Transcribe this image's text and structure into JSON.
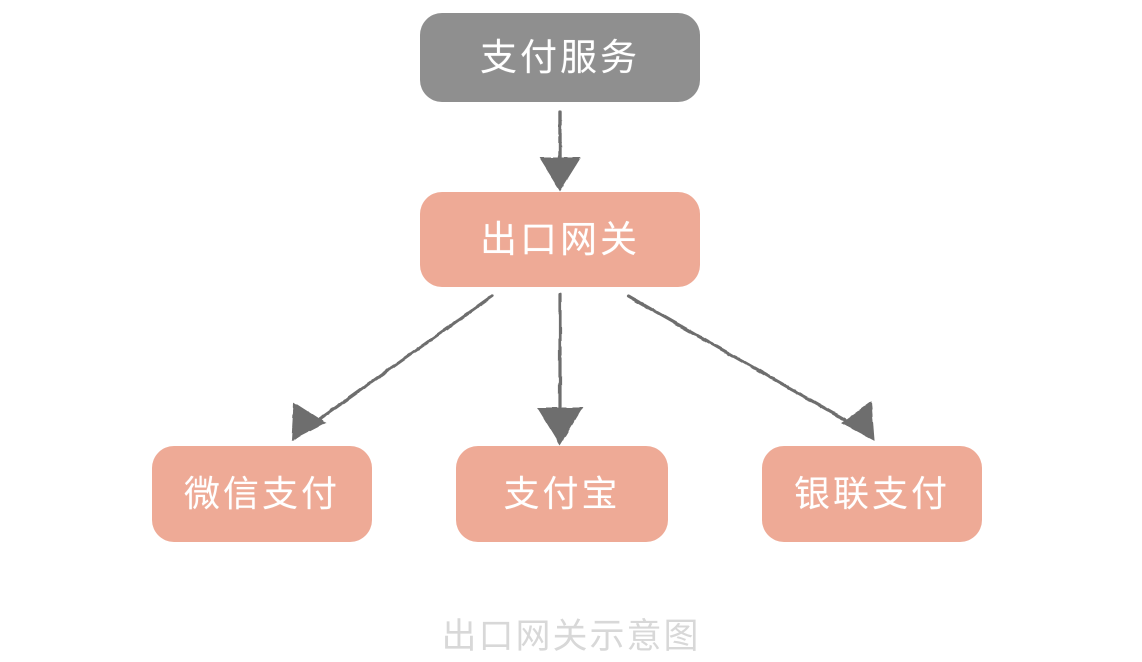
{
  "diagram": {
    "caption": "出口网关示意图",
    "colors": {
      "background": "#ffffff",
      "service_node": "#8f8f8f",
      "gateway_node": "#eeaa96",
      "provider_node": "#eeaa96",
      "node_text": "#ffffff",
      "arrow": "#6e6e6e",
      "caption_text": "#d8d8d8"
    },
    "nodes": {
      "service": {
        "label": "支付服务"
      },
      "gateway": {
        "label": "出口网关"
      },
      "wechat": {
        "label": "微信支付"
      },
      "alipay": {
        "label": "支付宝"
      },
      "unionpay": {
        "label": "银联支付"
      }
    },
    "edges": [
      {
        "from": "支付服务",
        "to": "出口网关",
        "style": "arrow-down"
      },
      {
        "from": "出口网关",
        "to": "微信支付",
        "style": "arrow-diagonal-left"
      },
      {
        "from": "出口网关",
        "to": "支付宝",
        "style": "arrow-down"
      },
      {
        "from": "出口网关",
        "to": "银联支付",
        "style": "arrow-diagonal-right"
      }
    ]
  }
}
